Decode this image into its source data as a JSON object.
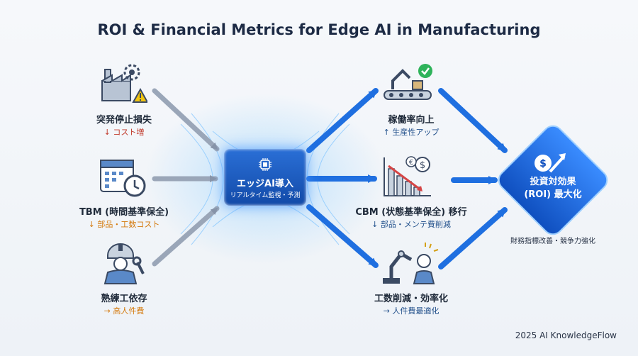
{
  "title": "ROI & Financial Metrics for Edge AI in Manufacturing",
  "inputs": [
    {
      "label": "突発停止損失",
      "sub": "↓ コスト増",
      "icon": "factory-alert-icon"
    },
    {
      "label": "TBM (時間基準保全)",
      "sub": "↓ 部品・工数コスト",
      "icon": "calendar-clock-icon"
    },
    {
      "label": "熟練工依存",
      "sub": "→ 高人件費",
      "icon": "worker-wrench-icon"
    }
  ],
  "hub": {
    "title": "エッジAI導入",
    "sub": "リアルタイム監視・予測",
    "icon": "chip-icon"
  },
  "outputs": [
    {
      "label": "稼働率向上",
      "sub": "↑ 生産性アップ",
      "icon": "robot-conveyor-icon"
    },
    {
      "label": "CBM (状態基準保全) 移行",
      "sub": "↓ 部品・メンテ費削減",
      "icon": "cost-down-chart-icon"
    },
    {
      "label": "工数削減・効率化",
      "sub": "→ 人件費最適化",
      "icon": "robot-arm-worker-icon"
    }
  ],
  "goal": {
    "line1": "投資対効果",
    "line2": "(ROI) 最大化",
    "sub": "財務指標改善・競争力強化",
    "icon": "dollar-growth-icon"
  },
  "footer": "2025 AI KnowledgeFlow",
  "colors": {
    "accent": "#1f6fe0",
    "hub": "#1a56c0",
    "arrow_gray": "#9aa6b8",
    "red": "#c0392b",
    "orange": "#d4780a"
  }
}
